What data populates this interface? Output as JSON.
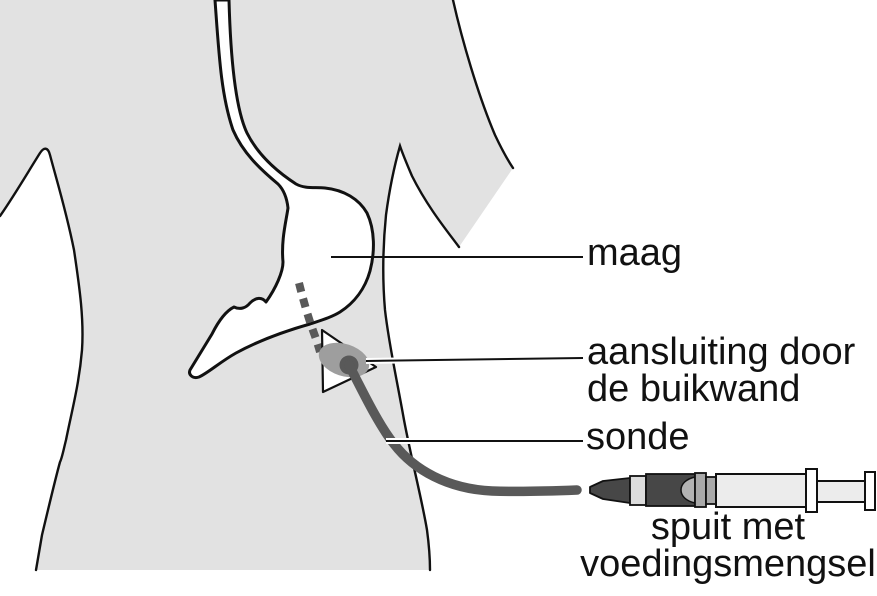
{
  "figure": {
    "type": "medical-diagram",
    "subject": "gastrostomy feeding tube through abdominal wall",
    "language": "nl",
    "labels": {
      "maag": "maag",
      "aansluiting_line1": "aansluiting door",
      "aansluiting_line2": "de buikwand",
      "sonde": "sonde",
      "spuit_line1": "spuit met",
      "spuit_line2": "voedingsmengsel"
    }
  },
  "colors": {
    "background": "#ffffff",
    "body_fill": "#e2e2e2",
    "outline": "#111111",
    "tube": "#595959",
    "connection_disc": "#9e9e9e",
    "syringe_dark": "#474747",
    "syringe_light": "#ececec",
    "syringe_band": "#a9a9a9",
    "syringe_collar": "#dcdcdc",
    "syringe_dome": "#b3b3b3",
    "text": "#111111"
  }
}
